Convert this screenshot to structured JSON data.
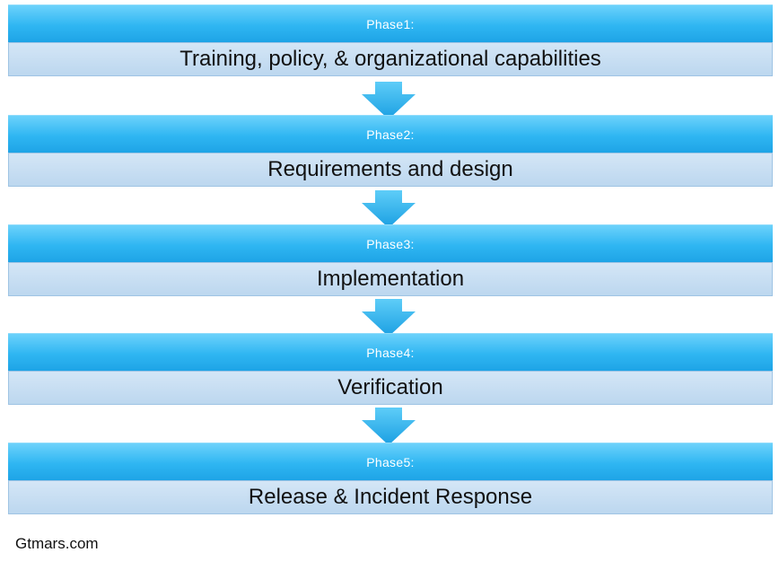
{
  "phases": [
    {
      "label": "Phase1:",
      "title": "Training, policy, & organizational capabilities"
    },
    {
      "label": "Phase2:",
      "title": "Requirements and design"
    },
    {
      "label": "Phase3:",
      "title": "Implementation"
    },
    {
      "label": "Phase4:",
      "title": "Verification"
    },
    {
      "label": "Phase5:",
      "title": "Release & Incident Response"
    }
  ],
  "footer": "Gtmars.com",
  "colors": {
    "header": "#2fb6f2",
    "body": "#c8dff2",
    "arrow": "#29b2ef"
  }
}
